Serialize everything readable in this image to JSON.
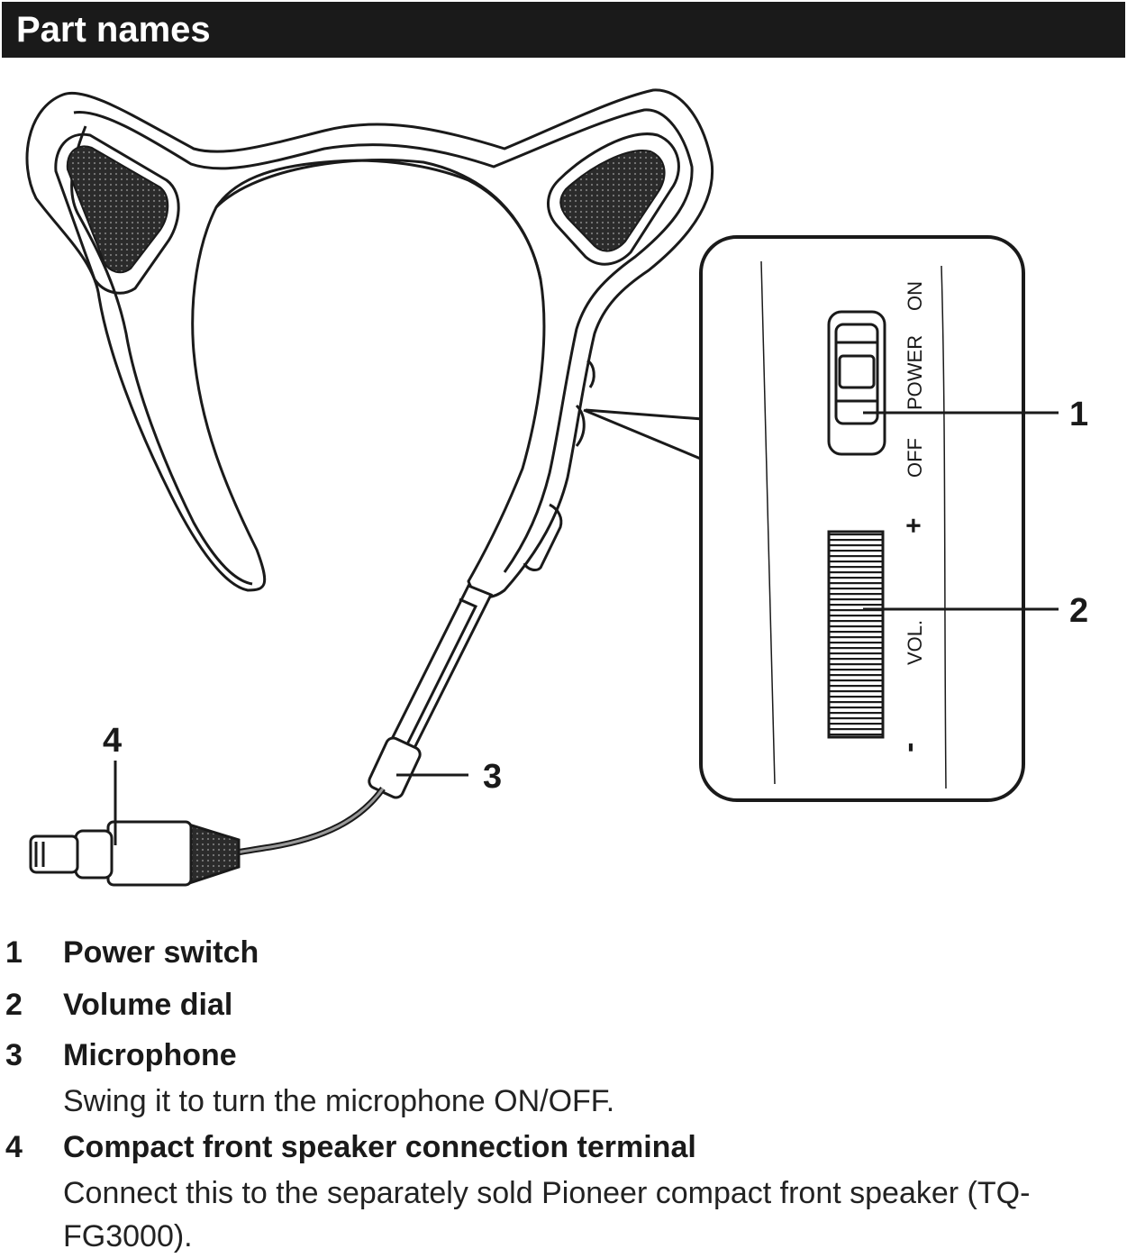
{
  "header": {
    "title": "Part names"
  },
  "callouts": {
    "c1": "1",
    "c2": "2",
    "c3": "3",
    "c4": "4"
  },
  "inset": {
    "on": "ON",
    "power": "POWER",
    "off": "OFF",
    "plus": "+",
    "vol": "VOL.",
    "minus": "-"
  },
  "parts": [
    {
      "num": "1",
      "name": "Power switch",
      "desc": ""
    },
    {
      "num": "2",
      "name": "Volume dial",
      "desc": ""
    },
    {
      "num": "3",
      "name": "Microphone",
      "desc": "Swing it to turn the microphone ON/OFF."
    },
    {
      "num": "4",
      "name": "Compact front speaker connection terminal",
      "desc": "Connect this to the separately sold Pioneer compact front speaker (TQ-FG3000)."
    }
  ]
}
